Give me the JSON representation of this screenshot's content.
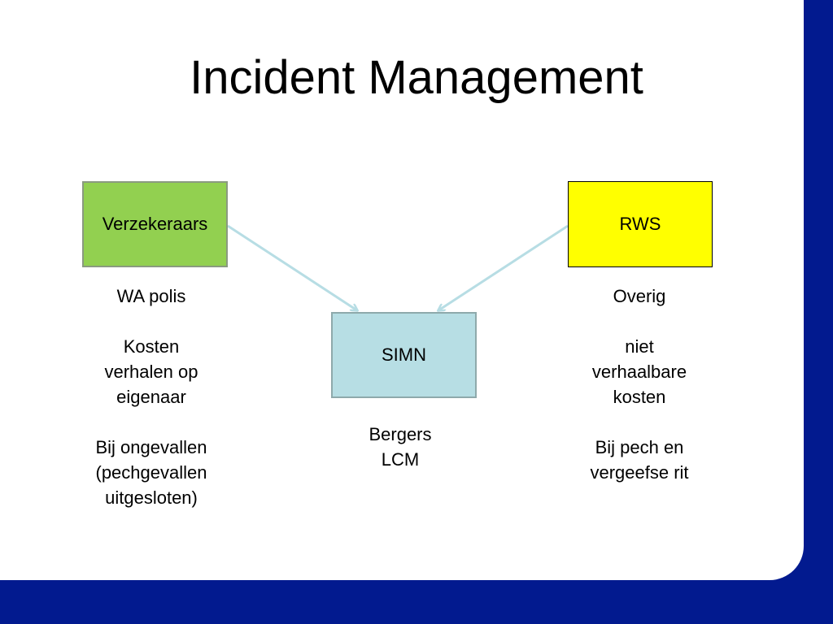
{
  "title": "Incident Management",
  "colors": {
    "background_bar": "#021a8f",
    "verzekeraars": "#92d050",
    "rws": "#ffff00",
    "simn": "#b7dee4",
    "arrow": "#b7dde4"
  },
  "nodes": {
    "verzekeraars": {
      "label": "Verzekeraars",
      "description": "WA polis\n\nKosten\nverhalen op\neigenaar\n\nBij ongevallen\n(pechgevallen\nuitgesloten)"
    },
    "rws": {
      "label": "RWS",
      "description": "Overig\n\nniet\nverhaalbare\nkosten\n\nBij pech en\nvergeefse rit"
    },
    "simn": {
      "label": "SIMN",
      "description": "Bergers\nLCM"
    }
  },
  "edges": [
    {
      "from": "verzekeraars",
      "to": "simn"
    },
    {
      "from": "rws",
      "to": "simn"
    }
  ]
}
